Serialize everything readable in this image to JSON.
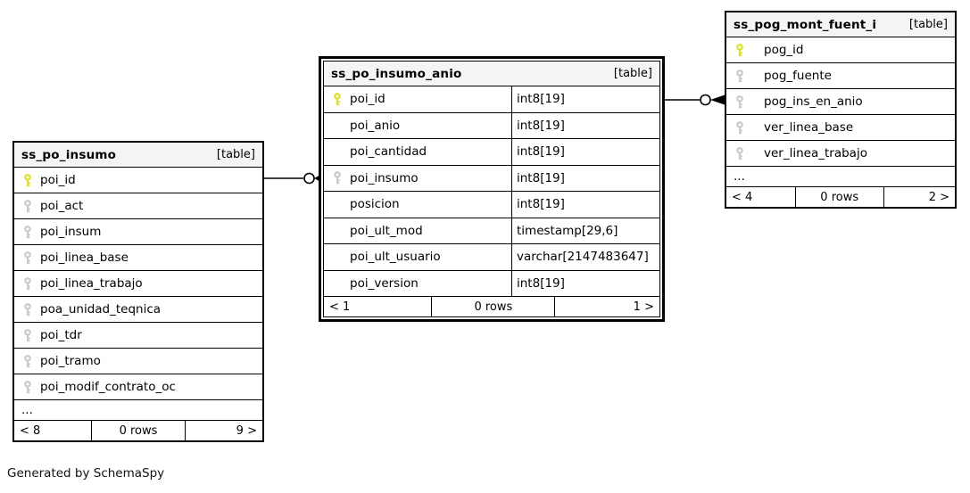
{
  "diagram": {
    "generated_by": "Generated by SchemaSpy",
    "colors": {
      "primary_key": "#dce31b",
      "foreign_key": "#c9c9c9",
      "header_bg": "#f4f4f4",
      "border": "#000000"
    },
    "tables": [
      {
        "name": "ss_po_insumo",
        "badge": "[table]",
        "focus": false,
        "columns": [
          {
            "name": "poi_id",
            "key": "primary"
          },
          {
            "name": "poi_act",
            "key": "foreign"
          },
          {
            "name": "poi_insum",
            "key": "foreign"
          },
          {
            "name": "poi_linea_base",
            "key": "foreign"
          },
          {
            "name": "poi_linea_trabajo",
            "key": "foreign"
          },
          {
            "name": "poa_unidad_teqnica",
            "key": "foreign"
          },
          {
            "name": "poi_tdr",
            "key": "foreign"
          },
          {
            "name": "poi_tramo",
            "key": "foreign"
          },
          {
            "name": "poi_modif_contrato_oc",
            "key": "foreign"
          }
        ],
        "ellipsis": "...",
        "footer": {
          "left": "< 8",
          "center": "0 rows",
          "right": "9 >"
        }
      },
      {
        "name": "ss_po_insumo_anio",
        "badge": "[table]",
        "focus": true,
        "columns": [
          {
            "name": "poi_id",
            "key": "primary",
            "type": "int8[19]"
          },
          {
            "name": "poi_anio",
            "key": "none",
            "type": "int8[19]"
          },
          {
            "name": "poi_cantidad",
            "key": "none",
            "type": "int8[19]"
          },
          {
            "name": "poi_insumo",
            "key": "foreign",
            "type": "int8[19]"
          },
          {
            "name": "posicion",
            "key": "none",
            "type": "int8[19]"
          },
          {
            "name": "poi_ult_mod",
            "key": "none",
            "type": "timestamp[29,6]"
          },
          {
            "name": "poi_ult_usuario",
            "key": "none",
            "type": "varchar[2147483647]"
          },
          {
            "name": "poi_version",
            "key": "none",
            "type": "int8[19]"
          }
        ],
        "footer": {
          "left": "< 1",
          "center": "0 rows",
          "right": "1 >"
        }
      },
      {
        "name": "ss_pog_mont_fuent_i",
        "badge": "[table]",
        "focus": false,
        "columns": [
          {
            "name": "pog_id",
            "key": "primary"
          },
          {
            "name": "pog_fuente",
            "key": "foreign"
          },
          {
            "name": "pog_ins_en_anio",
            "key": "foreign"
          },
          {
            "name": "ver_linea_base",
            "key": "foreign"
          },
          {
            "name": "ver_linea_trabajo",
            "key": "foreign"
          }
        ],
        "ellipsis": "...",
        "footer": {
          "left": "< 4",
          "center": "0 rows",
          "right": "2 >"
        }
      }
    ],
    "relationships": [
      {
        "from_table": "ss_po_insumo",
        "from_column": "poi_id",
        "to_table": "ss_po_insumo_anio",
        "to_column": "poi_insumo",
        "marker": "circle-arrow"
      },
      {
        "from_table": "ss_po_insumo_anio",
        "from_column": "poi_id",
        "to_table": "ss_pog_mont_fuent_i",
        "to_column": "pog_ins_en_anio",
        "marker": "circle-arrow"
      }
    ]
  }
}
